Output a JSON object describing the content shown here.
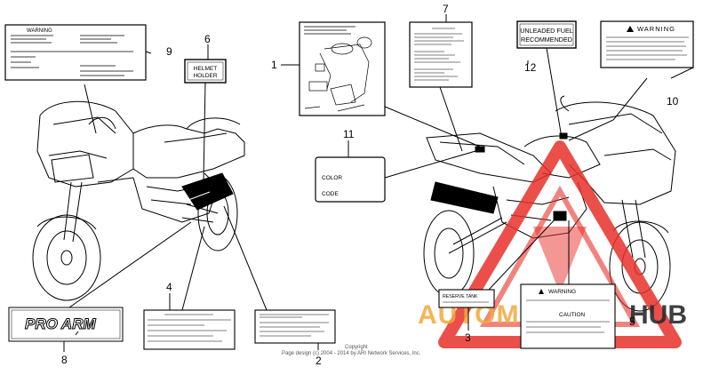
{
  "callouts": [
    "1",
    "2",
    "3",
    "4",
    "5",
    "6",
    "7",
    "8",
    "9",
    "10",
    "11",
    "12"
  ],
  "labels": {
    "warning": "WARNING",
    "helmet_line1": "HELMET",
    "helmet_line2": "HOLDER",
    "unleaded_line1": "UNLEADED FUEL",
    "unleaded_line2": "RECOMMENDED",
    "color": "COLOR",
    "code": "CODE",
    "pro_arm": "PRO ARM",
    "reserve_tank": "RESERVE TANK",
    "caution": "CAUTION"
  },
  "copyright": {
    "line1": "Copyright",
    "line2": "Page design (c) 2004 - 2014 by ARI Network Services, Inc."
  },
  "watermark": {
    "text_red": "AUTOMOTO",
    "text_dark": "HUB",
    "accent_color": "#e8302a",
    "orange_color": "#f3a73a",
    "dark_color": "#2b2b2b"
  }
}
